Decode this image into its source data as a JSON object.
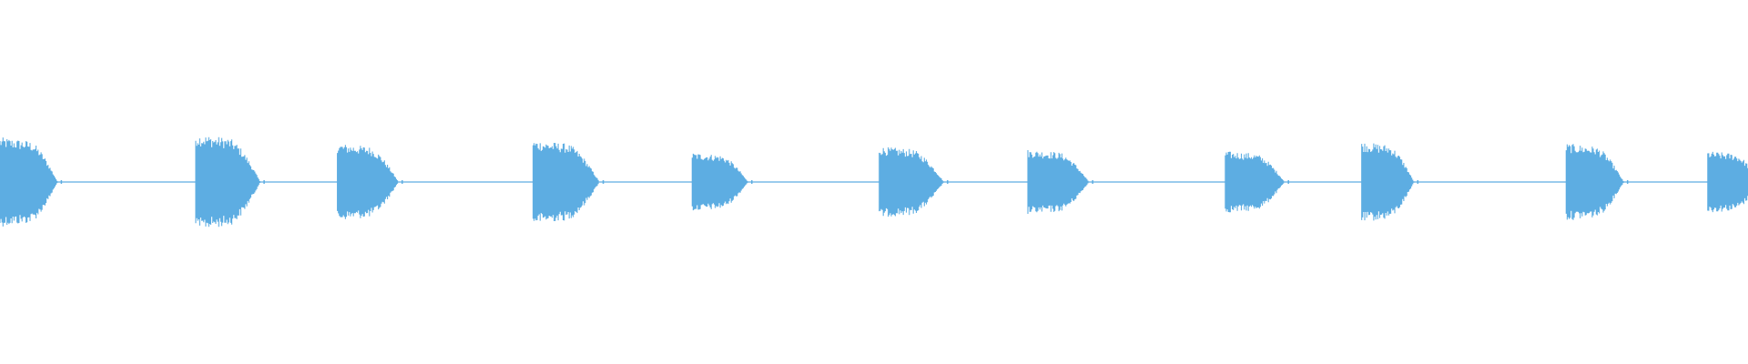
{
  "waveform": {
    "color": "#5dade2",
    "background": "#ffffff",
    "baseline_visible": true,
    "bursts": [
      {
        "onset": 0.0,
        "peak": 0.58,
        "decay": 0.033
      },
      {
        "onset": 0.112,
        "peak": 0.62,
        "decay": 0.037
      },
      {
        "onset": 0.193,
        "peak": 0.5,
        "decay": 0.035
      },
      {
        "onset": 0.305,
        "peak": 0.54,
        "decay": 0.038
      },
      {
        "onset": 0.396,
        "peak": 0.38,
        "decay": 0.032
      },
      {
        "onset": 0.503,
        "peak": 0.46,
        "decay": 0.037
      },
      {
        "onset": 0.588,
        "peak": 0.42,
        "decay": 0.035
      },
      {
        "onset": 0.701,
        "peak": 0.4,
        "decay": 0.034
      },
      {
        "onset": 0.779,
        "peak": 0.52,
        "decay": 0.03
      },
      {
        "onset": 0.896,
        "peak": 0.5,
        "decay": 0.033
      },
      {
        "onset": 0.977,
        "peak": 0.4,
        "decay": 0.03
      }
    ]
  }
}
